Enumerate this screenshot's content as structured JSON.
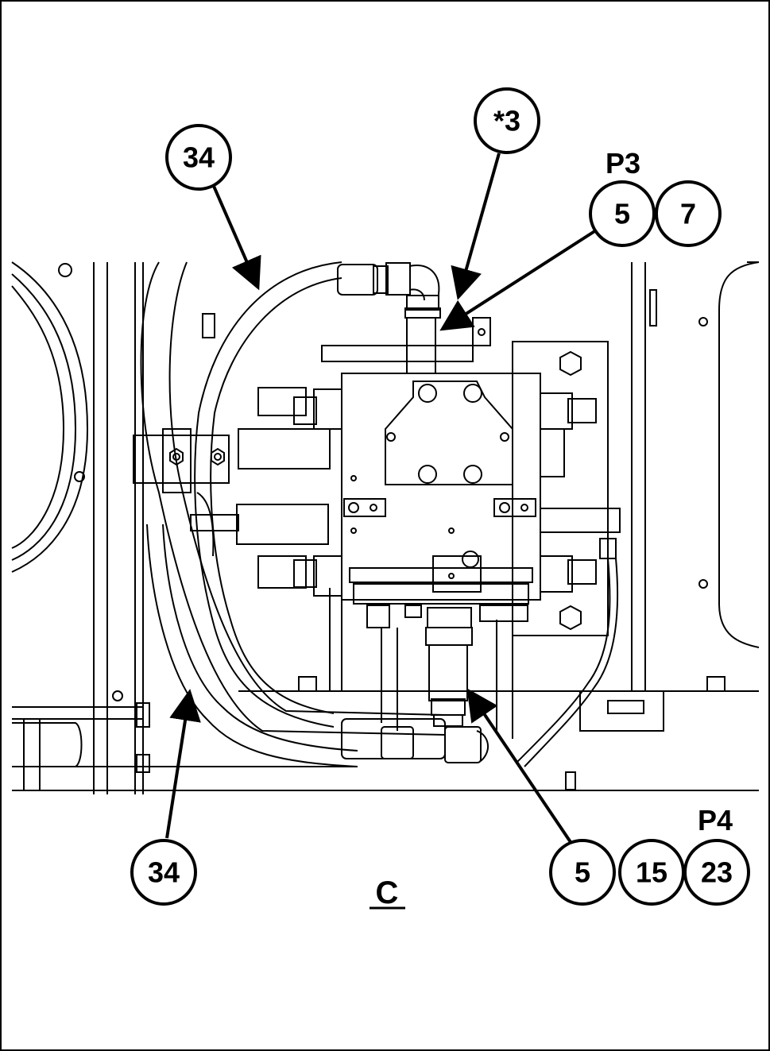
{
  "view_label": "C",
  "group_labels": {
    "p3": "P3",
    "p4": "P4"
  },
  "callouts": {
    "c34_top": "34",
    "c3_star": "*3",
    "p3_5": "5",
    "p3_7": "7",
    "c34_bottom": "34",
    "p4_5": "5",
    "p4_15": "15",
    "p4_23": "23"
  },
  "colors": {
    "line": "#000000",
    "background": "#ffffff"
  }
}
